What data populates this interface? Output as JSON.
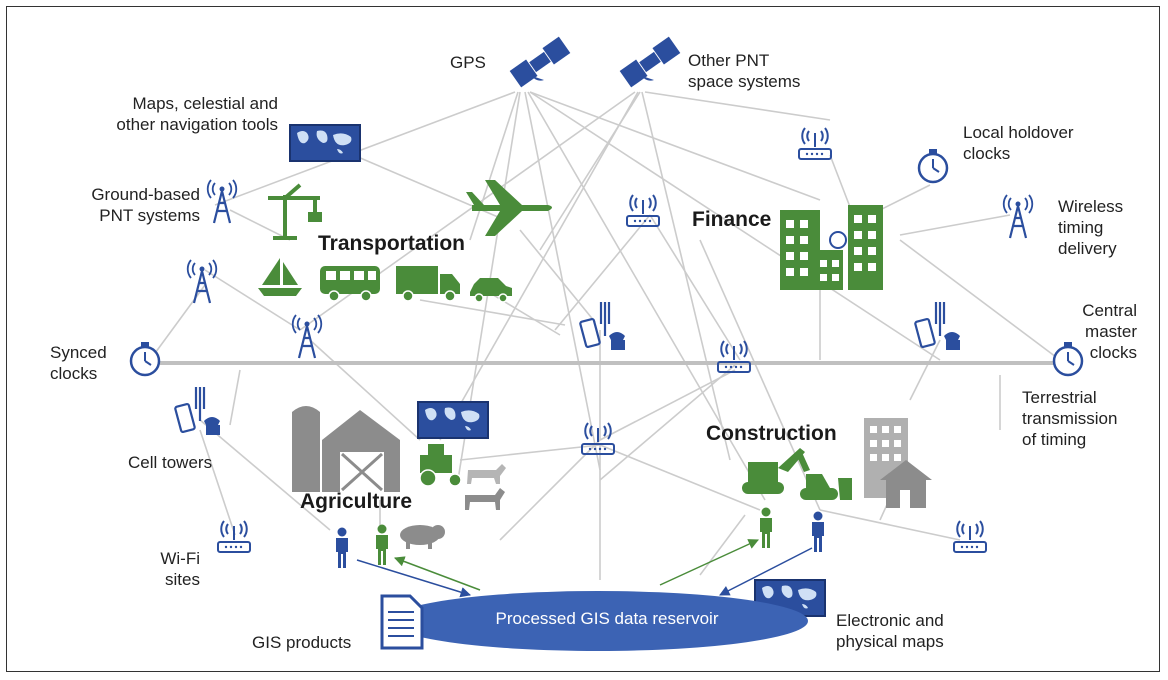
{
  "labels": {
    "gps": "GPS",
    "other_pnt": "Other PNT\nspace systems",
    "maps_tools": "Maps, celestial and\nother navigation tools",
    "ground_pnt": "Ground-based\nPNT systems",
    "local_holdover": "Local holdover\nclocks",
    "wireless_timing": "Wireless\ntiming\ndelivery",
    "central_master": "Central\nmaster\nclocks",
    "synced_clocks": "Synced\nclocks",
    "terrestrial": "Terrestrial\ntransmission\nof timing",
    "cell_towers": "Cell towers",
    "wifi_sites": "Wi-Fi\nsites",
    "gis_products": "GIS products",
    "electronic_maps": "Electronic and\nphysical maps",
    "reservoir": "Processed GIS data reservoir"
  },
  "sectors": {
    "transportation": "Transportation",
    "finance": "Finance",
    "agriculture": "Agriculture",
    "construction": "Construction"
  },
  "colors": {
    "navy": "#2b4e9e",
    "green": "#4a8c3a",
    "gray": "#8c8c8c",
    "line": "#c8c8c8",
    "reservoir": "#3c63b4"
  },
  "icons": [
    "satellite-icon",
    "map-icon",
    "radio-tower-icon",
    "crane-icon",
    "sailboat-icon",
    "airplane-icon",
    "bus-icon",
    "truck-icon",
    "car-icon",
    "wifi-router-icon",
    "cell-tower-phone-icon",
    "stopwatch-icon",
    "office-buildings-icon",
    "barn-icon",
    "tractor-icon",
    "cow-icon",
    "pig-icon",
    "person-icon",
    "excavator-icon",
    "bulldozer-icon",
    "house-icon",
    "document-icon"
  ]
}
